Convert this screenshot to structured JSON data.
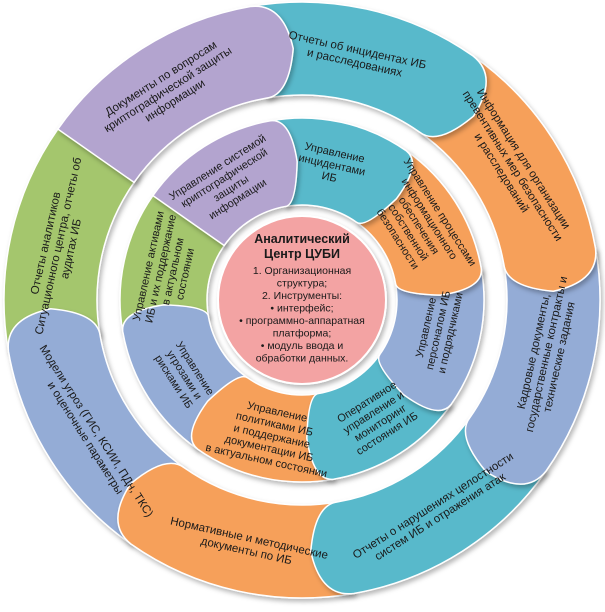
{
  "center": {
    "title_line1": "Аналитический",
    "title_line2": "Центр ЦУБИ",
    "lines": [
      "1. Организационная",
      "структура;",
      "2. Инструменты:",
      "• интерфейс;",
      "• программно-аппаратная",
      "платформа;",
      "• модуль ввода и",
      "обработки данных."
    ]
  },
  "outer_ring": [
    {
      "color": "#b3a4cf",
      "lines": [
        "Документы по вопросам",
        "криптографической защиты",
        "информации"
      ]
    },
    {
      "color": "#58b9cb",
      "lines": [
        "Отчеты об инцидентах ИБ",
        "и расследованиях"
      ]
    },
    {
      "color": "#f6a05a",
      "lines": [
        "Информация для организации",
        "превентивных мер безопасности",
        "и расследований"
      ]
    },
    {
      "color": "#94acd6",
      "lines": [
        "Кадровые документы,",
        "государственные контракты и",
        "технические задания"
      ]
    },
    {
      "color": "#58b9cb",
      "lines": [
        "Отчеты о нарушениях целостности",
        "систем ИБ и отражения атак"
      ]
    },
    {
      "color": "#f6a05a",
      "lines": [
        "Нормативные и методические",
        "документы по ИБ"
      ]
    },
    {
      "color": "#94acd6",
      "lines": [
        "Модели угроз (ГИС, КСИИ, ПДн, ТКС)",
        "и оценочные параметры"
      ]
    },
    {
      "color": "#a4c66d",
      "lines": [
        "Отчеты аналитиков",
        "Ситуационного центра, отчеты об",
        "аудитах ИБ"
      ]
    }
  ],
  "inner_ring": [
    {
      "color": "#b3a4cf",
      "lines": [
        "Управление системой",
        "криптографической",
        "защиты",
        "информации"
      ]
    },
    {
      "color": "#58b9cb",
      "lines": [
        "Управление",
        "инцидентами",
        "ИБ"
      ]
    },
    {
      "color": "#f6a05a",
      "lines": [
        "Управление процессами",
        "информационного",
        "обеспечения",
        "собственной",
        "безопасности"
      ]
    },
    {
      "color": "#94acd6",
      "lines": [
        "Управление",
        "персоналом ИБ",
        "и подрядчиками"
      ]
    },
    {
      "color": "#58b9cb",
      "lines": [
        "Оперативное",
        "управление и",
        "мониторинг",
        "состояния ИБ"
      ]
    },
    {
      "color": "#f6a05a",
      "lines": [
        "Управление",
        "политиками ИБ",
        "и поддержание",
        "документации ИБ",
        "в актуальном состоянии"
      ]
    },
    {
      "color": "#94acd6",
      "lines": [
        "Управление",
        "угрозами и",
        "рисками ИБ"
      ]
    },
    {
      "color": "#a4c66d",
      "lines": [
        "Управление активами",
        "ИБ и их поддержание",
        "в актуальном",
        "состоянии"
      ]
    }
  ],
  "colors": {
    "center_fill": "#f3a3a3",
    "ring_background": "#ffffff",
    "shadow": "#bfbfbf"
  }
}
